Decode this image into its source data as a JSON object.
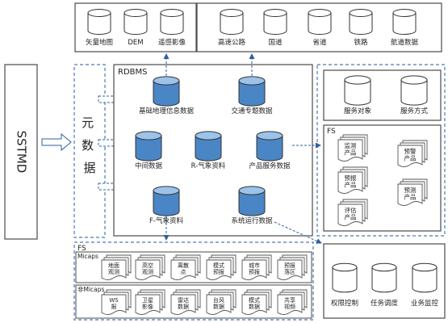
{
  "colors": {
    "cylinder_fill": "#4a86c5",
    "cylinder_top": "#9cc3ea",
    "white_cyl_fill": "#ffffff",
    "frame": "#4a4a4a",
    "dashed": "#4a7ab5",
    "arrow": "#2f5fa0",
    "doc_border": "#555555"
  },
  "system": {
    "name": "SSTMD"
  },
  "metadata": {
    "label": "元数据"
  },
  "rdbms": {
    "title": "RDBMS",
    "stores": [
      "基础地理信息数据",
      "交通专题数据",
      "中间数据",
      "R-气象资料",
      "产品服务数据",
      "F-气象资料",
      "系统运行数据"
    ]
  },
  "geo_sources": [
    "矢量地图",
    "DEM",
    "遥感影像"
  ],
  "traffic_sources": [
    "高速公路",
    "国道",
    "省道",
    "铁路",
    "航道数据"
  ],
  "service": {
    "items": [
      "服务对象",
      "服务方式"
    ],
    "fs_title": "FS",
    "products_left": [
      "监测\n产品",
      "预报\n产品",
      "评估\n产品"
    ],
    "products_right": [
      "预警\n产品",
      "预测\n产品"
    ]
  },
  "fs_bottom": {
    "title": "FS",
    "micaps_label": "Micaps",
    "micaps_docs": [
      "地面\n观测",
      "高空\n观测",
      "离散\n点",
      "模式\n预报",
      "城市\n预报",
      "预报\n落区"
    ],
    "non_micaps_label": "非Micaps",
    "non_micaps_docs": [
      "WS\n报",
      "卫星\n影像",
      "雷达\n数据",
      "台风\n数据",
      "模式\n数据",
      "共享\n视频"
    ]
  },
  "control": {
    "items": [
      "权限控制",
      "任务调度",
      "业务监控"
    ]
  }
}
